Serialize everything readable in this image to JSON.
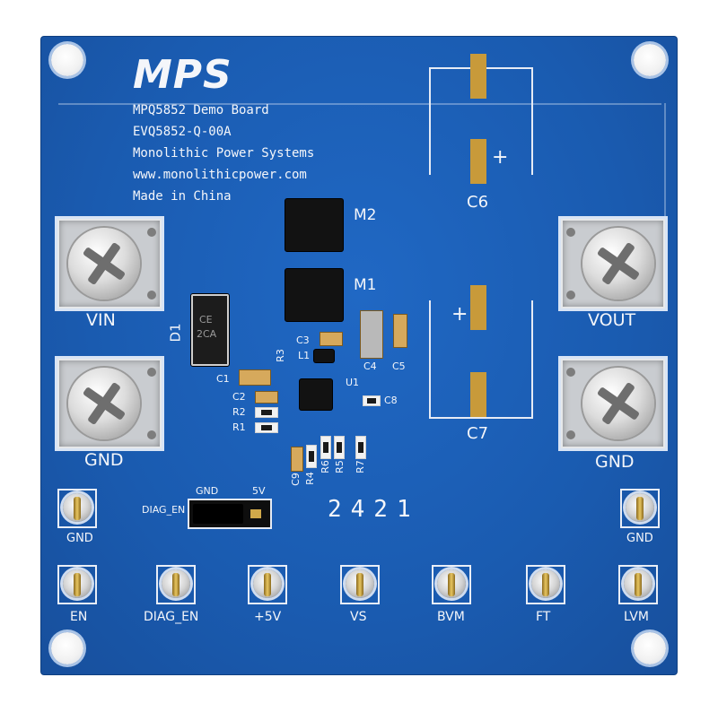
{
  "logo": "MPS",
  "board_info": {
    "line1": "MPQ5852 Demo Board",
    "line2": "EVQ5852-Q-00A",
    "line3": "Monolithic Power Systems",
    "line4": "www.monolithicpower.com",
    "line5": "Made in China"
  },
  "terminals": {
    "vin": "VIN",
    "gnd_left": "GND",
    "vout": "VOUT",
    "gnd_right": "GND"
  },
  "components": {
    "c6": "C6",
    "c7": "C7",
    "m1": "M1",
    "m2": "M2",
    "d1": "D1",
    "d1_mark_top": "CE",
    "d1_mark_bottom": "2CA",
    "c1": "C1",
    "c2": "C2",
    "r2": "R2",
    "r1": "R1",
    "c3": "C3",
    "l1": "L1",
    "r3": "R3",
    "c4": "C4",
    "c5": "C5",
    "u1": "U1",
    "c8": "C8",
    "c9": "C9",
    "r4": "R4",
    "r6": "R6",
    "r5": "R5",
    "r7": "R7",
    "plus_c6": "+",
    "plus_c7": "+"
  },
  "jumper": {
    "label": "DIAG_EN",
    "pin_gnd": "GND",
    "pin_5v": "5V"
  },
  "date_code": "2421",
  "test_points": {
    "gnd_left": "GND",
    "gnd_right": "GND",
    "en": "EN",
    "diag_en": "DIAG_EN",
    "v5": "+5V",
    "vs": "VS",
    "bvm": "BVM",
    "ft": "FT",
    "lvm": "LVM"
  },
  "colors": {
    "pcb": "#1b5fb8",
    "silkscreen": "#f4f6fa",
    "copper_pad": "#c89a3a"
  }
}
